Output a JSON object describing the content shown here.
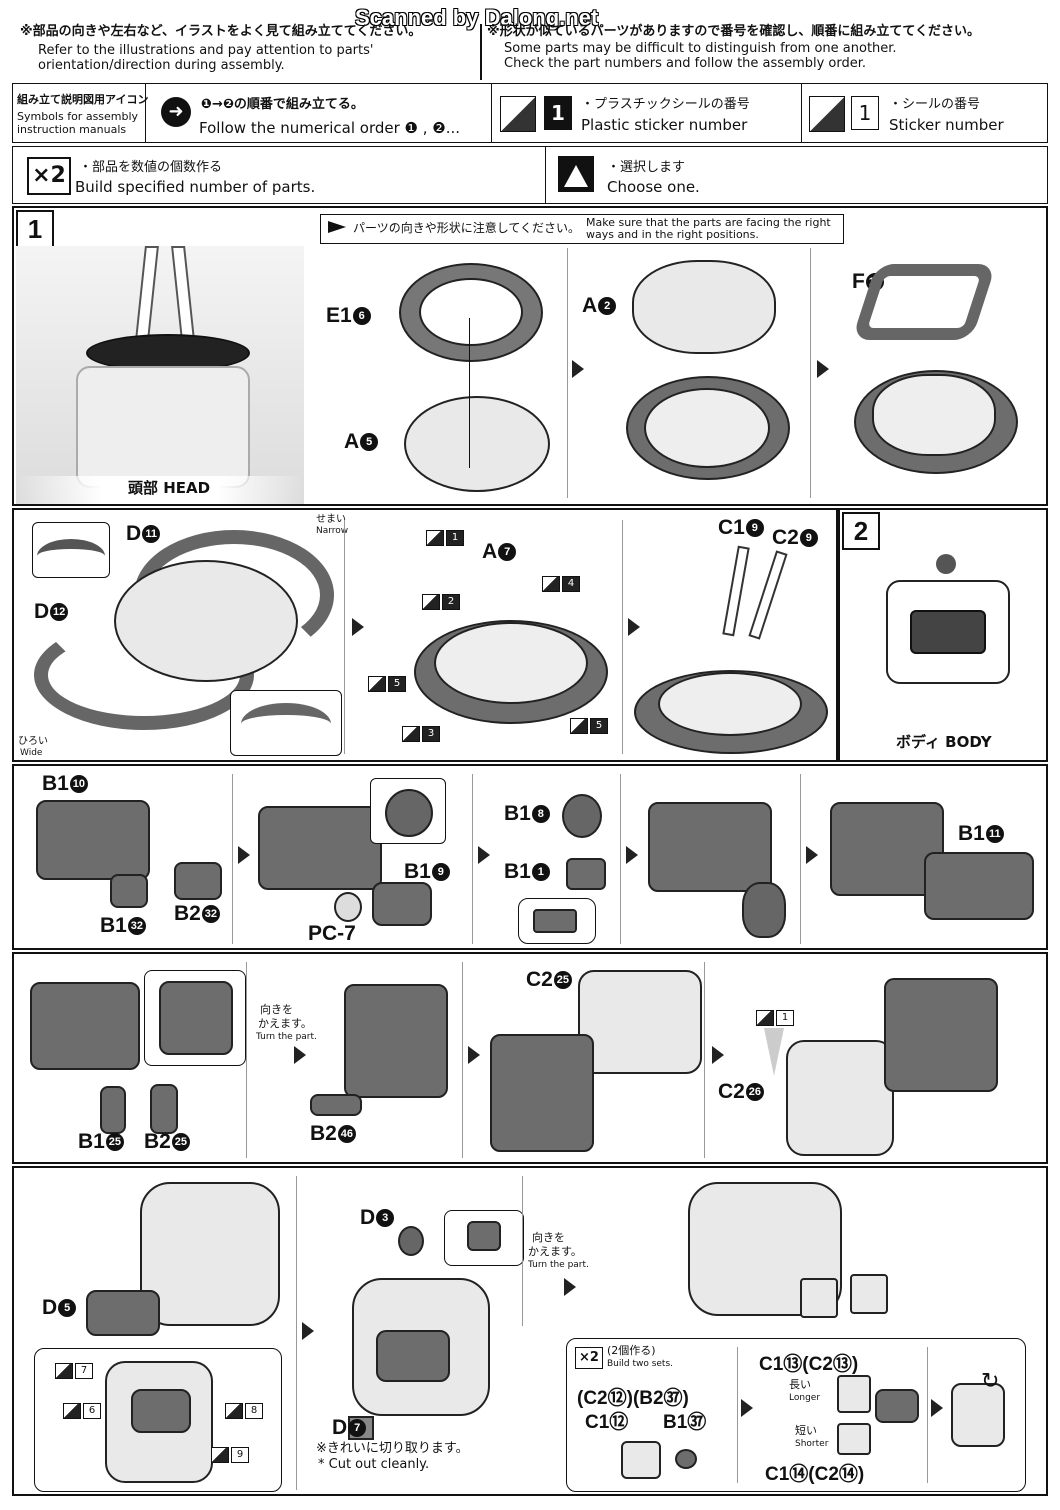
{
  "watermark": "Scanned by Dalong.net",
  "header": {
    "left_jp": "※部品の向きや左右など、イラストをよく見て組み立ててください。",
    "left_en1": "Refer to the illustrations and pay attention to parts'",
    "left_en2": "orientation/direction during assembly.",
    "right_jp": "※形状が似ているパーツがありますので番号を確認し、順番に組み立ててください。",
    "right_en1": "Some parts may be difficult to distinguish from one another.",
    "right_en2": "Check the part numbers and follow the assembly order."
  },
  "legend": {
    "title_jp": "組み立て説明図用アイコン",
    "title_en1": "Symbols for assembly",
    "title_en2": "instruction manuals",
    "order_jp": "❶→❷の順番で組み立てる。",
    "order_en": "Follow the numerical order ❶ , ❷...",
    "plastic_num": "1",
    "plastic_jp": "・プラスチックシールの番号",
    "plastic_en": "Plastic sticker number",
    "sticker_num": "1",
    "sticker_jp": "・シールの番号",
    "sticker_en": "Sticker number",
    "x2": "×2",
    "x2_jp": "・部品を数値の個数作る",
    "x2_en": "Build specified number of parts.",
    "choose_jp": "・選択します",
    "choose_en": "Choose one."
  },
  "step1": {
    "num": "1",
    "head_label": "頭部 HEAD",
    "notice_jp": "パーツの向きや形状に注意してください。",
    "notice_en1": "Make sure that the parts are facing the right",
    "notice_en2": "ways and in the right positions.",
    "parts": {
      "e1": "E1",
      "e1n": "6",
      "a5": "A",
      "a5n": "5",
      "a2": "A",
      "a2n": "2",
      "f12": "F",
      "f12n": "12",
      "d11": "D",
      "d11n": "11",
      "d12": "D",
      "d12n": "12",
      "a7": "A",
      "a7n": "7",
      "c19": "C1",
      "c19n": "9",
      "c29": "C2",
      "c29n": "9"
    },
    "narrow_jp": "せまい",
    "narrow_en": "Narrow",
    "wide_jp": "ひろい",
    "wide_en": "Wide",
    "stickers": [
      "1",
      "2",
      "3",
      "4",
      "5",
      "5"
    ]
  },
  "step2": {
    "num": "2",
    "body_label": "ボディ BODY",
    "row1": {
      "b110": "B1",
      "b110n": "10",
      "b132": "B1",
      "b132n": "32",
      "b232": "B2",
      "b232n": "32",
      "pc7": "PC-7",
      "b19": "B1",
      "b19n": "9",
      "b18": "B1",
      "b18n": "8",
      "b11": "B1",
      "b11n": "1",
      "b111": "B1",
      "b111n": "11"
    },
    "row2": {
      "turn_jp1": "向きを",
      "turn_jp2": "かえます。",
      "turn_en": "Turn the part.",
      "b125": "B1",
      "b125n": "25",
      "b225": "B2",
      "b225n": "25",
      "b246": "B2",
      "b246n": "46",
      "c225": "C2",
      "c225n": "25",
      "c226": "C2",
      "c226n": "26",
      "sticker": "1"
    },
    "row3": {
      "d5": "D",
      "d5n": "5",
      "d3": "D",
      "d3n": "3",
      "d7": "D",
      "d7n": "7",
      "cut_jp": "※きれいに切り取ります。",
      "cut_en": "* Cut out cleanly.",
      "turn_jp1": "向きを",
      "turn_jp2": "かえます。",
      "turn_en": "Turn the part.",
      "stickers": [
        "7",
        "8",
        "6",
        "9"
      ],
      "x2": "×2",
      "x2_jp": "(2個作る)",
      "x2_en": "Build two sets.",
      "c212b212": "(C2⑫)(B2㊲)",
      "c112": "C1⑫",
      "b137": "B1㊲",
      "c113": "C1⑬(C2⑬)",
      "longer_jp": "長い",
      "longer_en": "Longer",
      "shorter_jp": "短い",
      "shorter_en": "Shorter",
      "c114": "C1⑭(C2⑭)"
    }
  }
}
